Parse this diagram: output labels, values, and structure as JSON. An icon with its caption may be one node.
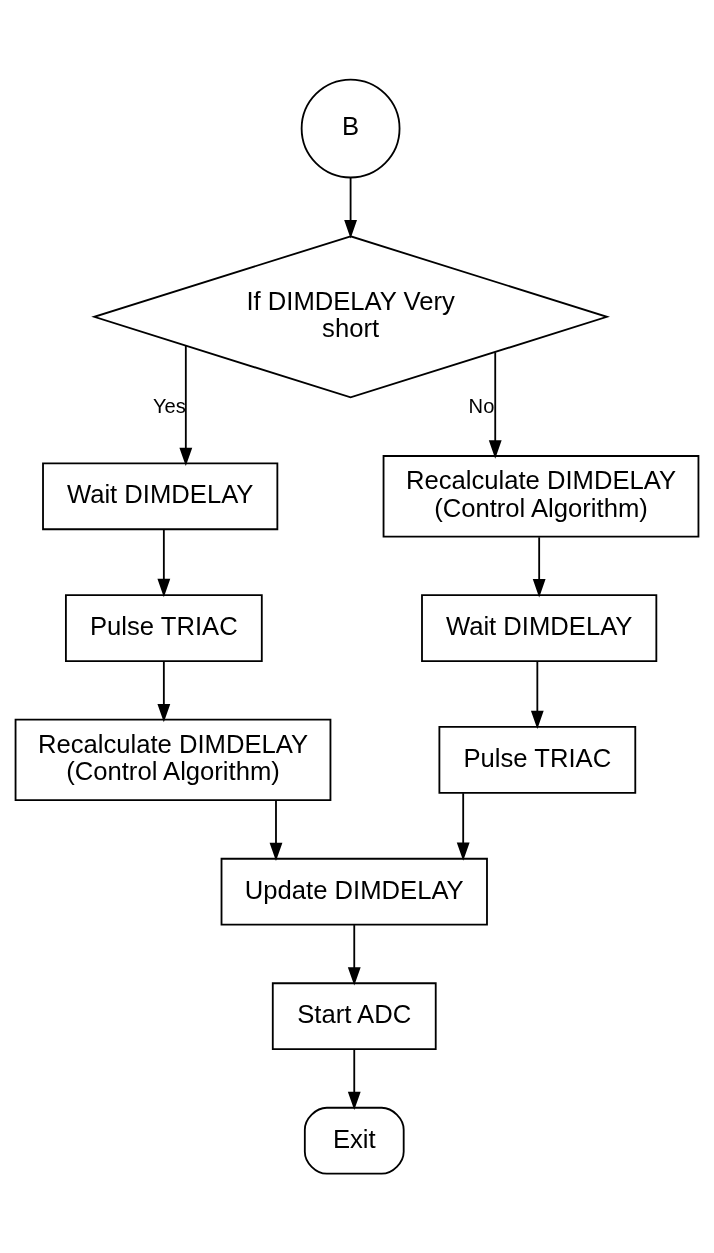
{
  "diagram": {
    "nodes": [
      {
        "text": [
          "B"
        ]
      },
      {
        "text": [
          "If DIMDELAY Very short"
        ]
      },
      {
        "text": [
          "Wait DIMDELAY"
        ]
      },
      {
        "text": [
          "Pulse TRIAC"
        ]
      },
      {
        "text": [
          "Recalculate DIMDELAY (Control Algorithm)"
        ]
      },
      {
        "text": [
          "Recalculate DIMDELAY (Control Algorithm)"
        ]
      },
      {
        "text": [
          "Wait DIMDELAY"
        ]
      },
      {
        "text": [
          "Pulse TRIAC"
        ]
      },
      {
        "text": [
          "Update DIMDELAY"
        ]
      },
      {
        "text": [
          "Start ADC"
        ]
      },
      {
        "text": [
          "Exit"
        ]
      }
    ],
    "edges": [
      {
        "from": 0,
        "to": 1,
        "arrow": "to"
      },
      {
        "from": 1,
        "to": 2,
        "arrow": "to",
        "label": "Yes"
      },
      {
        "from": 1,
        "to": 5,
        "arrow": "to",
        "label": "No"
      },
      {
        "from": 2,
        "to": 3,
        "arrow": "to"
      },
      {
        "from": 3,
        "to": 4,
        "arrow": "to"
      },
      {
        "from": 5,
        "to": 6,
        "arrow": "to"
      },
      {
        "from": 6,
        "to": 7,
        "arrow": "to"
      },
      {
        "from": 4,
        "to": 8,
        "arrow": "to"
      },
      {
        "from": 7,
        "to": 8,
        "arrow": "to"
      },
      {
        "from": 8,
        "to": 9,
        "arrow": "to"
      },
      {
        "from": 9,
        "to": 10,
        "arrow": "to"
      }
    ]
  }
}
